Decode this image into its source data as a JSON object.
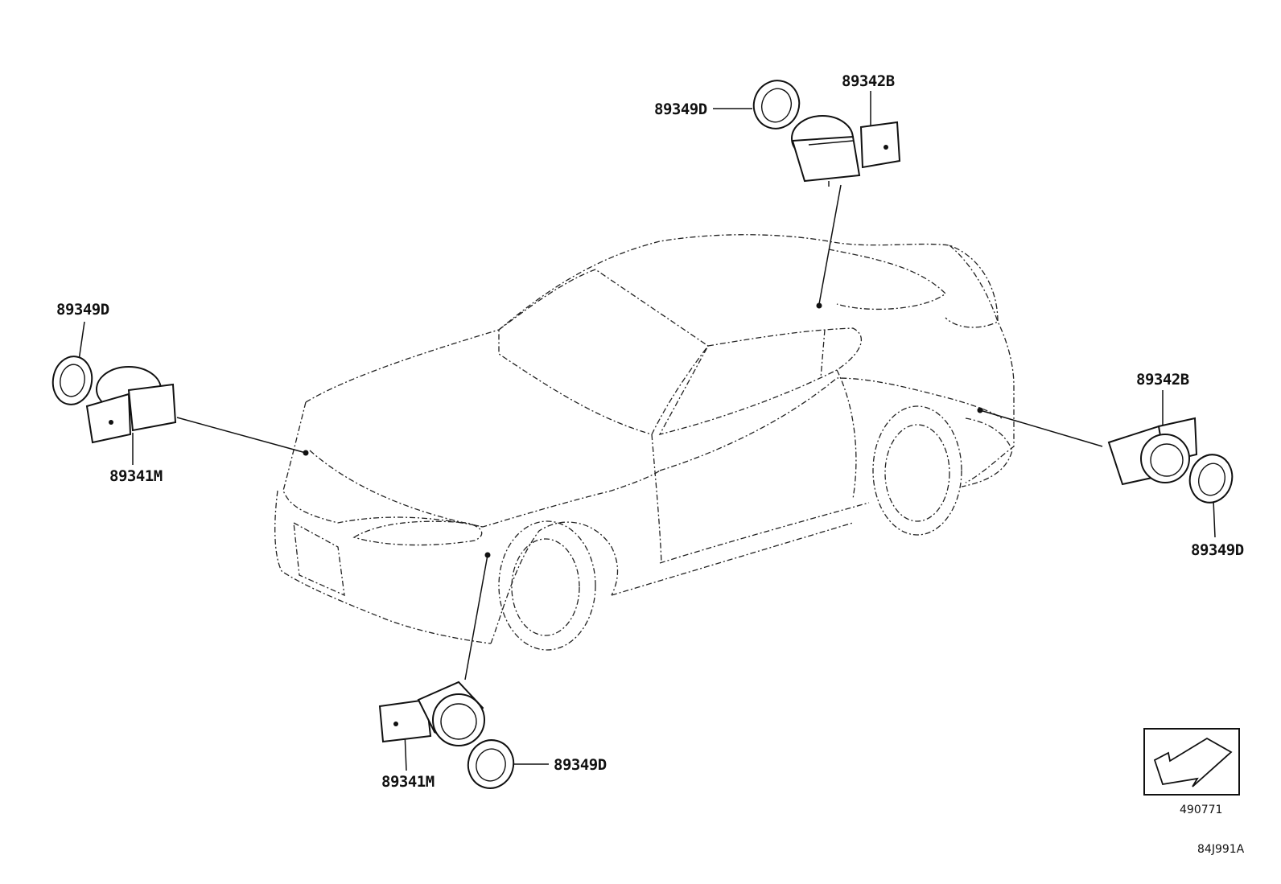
{
  "diagram": {
    "callouts": [
      {
        "id": "top-ring",
        "text": "89349D"
      },
      {
        "id": "top-sensor",
        "text": "89342B"
      },
      {
        "id": "left-ring",
        "text": "89349D"
      },
      {
        "id": "left-sensor",
        "text": "89341M"
      },
      {
        "id": "right-sensor",
        "text": "89342B"
      },
      {
        "id": "right-ring",
        "text": "89349D"
      },
      {
        "id": "bottom-sensor",
        "text": "89341M"
      },
      {
        "id": "bottom-ring",
        "text": "89349D"
      }
    ],
    "direction_box_code": "490771",
    "diagram_code": "84J991A"
  }
}
